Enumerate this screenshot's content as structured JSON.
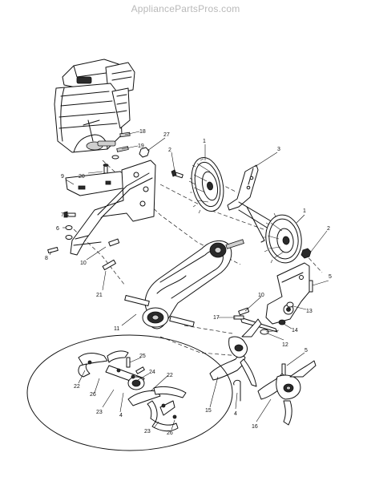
{
  "watermark": "AppliancePartsPros.com",
  "callouts": {
    "c1a": "1",
    "c1b": "1",
    "c2a": "2",
    "c2b": "2",
    "c3": "3",
    "c4a": "4",
    "c4b": "4",
    "c5a": "5",
    "c5b": "5",
    "c6": "6",
    "c7": "7",
    "c8": "8",
    "c9": "9",
    "c10a": "10",
    "c10b": "10",
    "c11": "11",
    "c12": "12",
    "c13": "13",
    "c14": "14",
    "c15": "15",
    "c16": "16",
    "c17": "17",
    "c18": "18",
    "c19": "19",
    "c20": "20",
    "c21": "21",
    "c22a": "22",
    "c22b": "22",
    "c23a": "23",
    "c23b": "23",
    "c24": "24",
    "c25": "25",
    "c26a": "26",
    "c26b": "26",
    "c27": "27"
  }
}
